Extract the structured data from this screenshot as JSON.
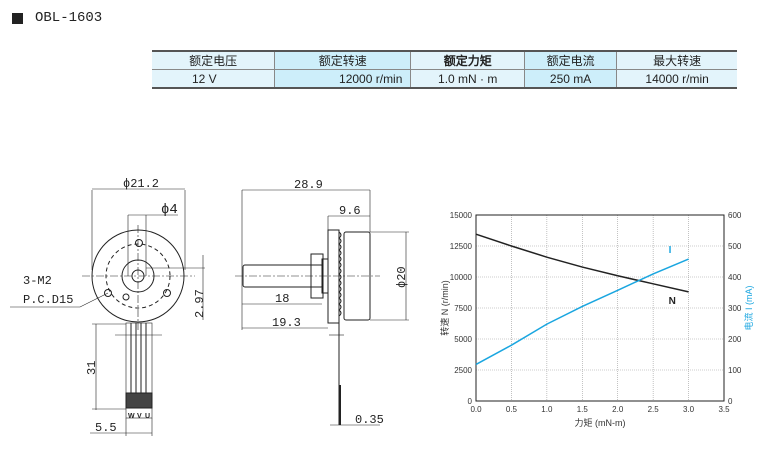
{
  "title": "OBL-1603",
  "specs": {
    "headers": [
      "额定电压",
      "额定转速",
      "额定力矩",
      "额定电流",
      "最大转速"
    ],
    "values": [
      "12 V",
      "12000 r/min",
      "1.0 mN · m",
      "250 mA",
      "14000 r/min"
    ]
  },
  "drawing": {
    "front": {
      "dia_outer": "ϕ21.2",
      "dia_shaft": "ϕ4",
      "holes_1": "3-M2",
      "holes_2": "P.C.D15",
      "offset": "2.97",
      "lead_len": "31",
      "lead_w": "5.5",
      "leads": [
        "W",
        "V",
        "U"
      ]
    },
    "side": {
      "length": "28.9",
      "body": "9.6",
      "dia": "ϕ20",
      "shaft": "18",
      "shaft2": "19.3",
      "thickness": "0.35"
    }
  },
  "chart_data": {
    "type": "line",
    "xlabel": "力矩 (mN-m)",
    "ylabel": "转速 N (r/min)",
    "y2label": "电流 I (mA)",
    "xlim": [
      0,
      3.5
    ],
    "ylim": [
      0,
      15000
    ],
    "y2lim": [
      0,
      600
    ],
    "xticks": [
      "0.0",
      "0.5",
      "1.0",
      "1.5",
      "2.0",
      "2.5",
      "3.0",
      "3.5"
    ],
    "yticks": [
      "0",
      "2500",
      "5000",
      "7500",
      "10000",
      "12500",
      "15000"
    ],
    "y2ticks": [
      "0",
      "100",
      "200",
      "300",
      "400",
      "500",
      "600"
    ],
    "grid": true,
    "series": [
      {
        "name": "N",
        "axis": "left",
        "color": "#222222",
        "x": [
          0,
          0.5,
          1.0,
          1.5,
          2.0,
          2.5,
          3.0
        ],
        "y": [
          13450,
          12500,
          11600,
          10800,
          10100,
          9450,
          8800
        ]
      },
      {
        "name": "I",
        "axis": "right",
        "color": "#1aa6e0",
        "x": [
          0,
          0.5,
          1.0,
          1.5,
          2.0,
          2.5,
          3.0
        ],
        "y": [
          118,
          180,
          248,
          305,
          357,
          410,
          458
        ]
      }
    ]
  }
}
